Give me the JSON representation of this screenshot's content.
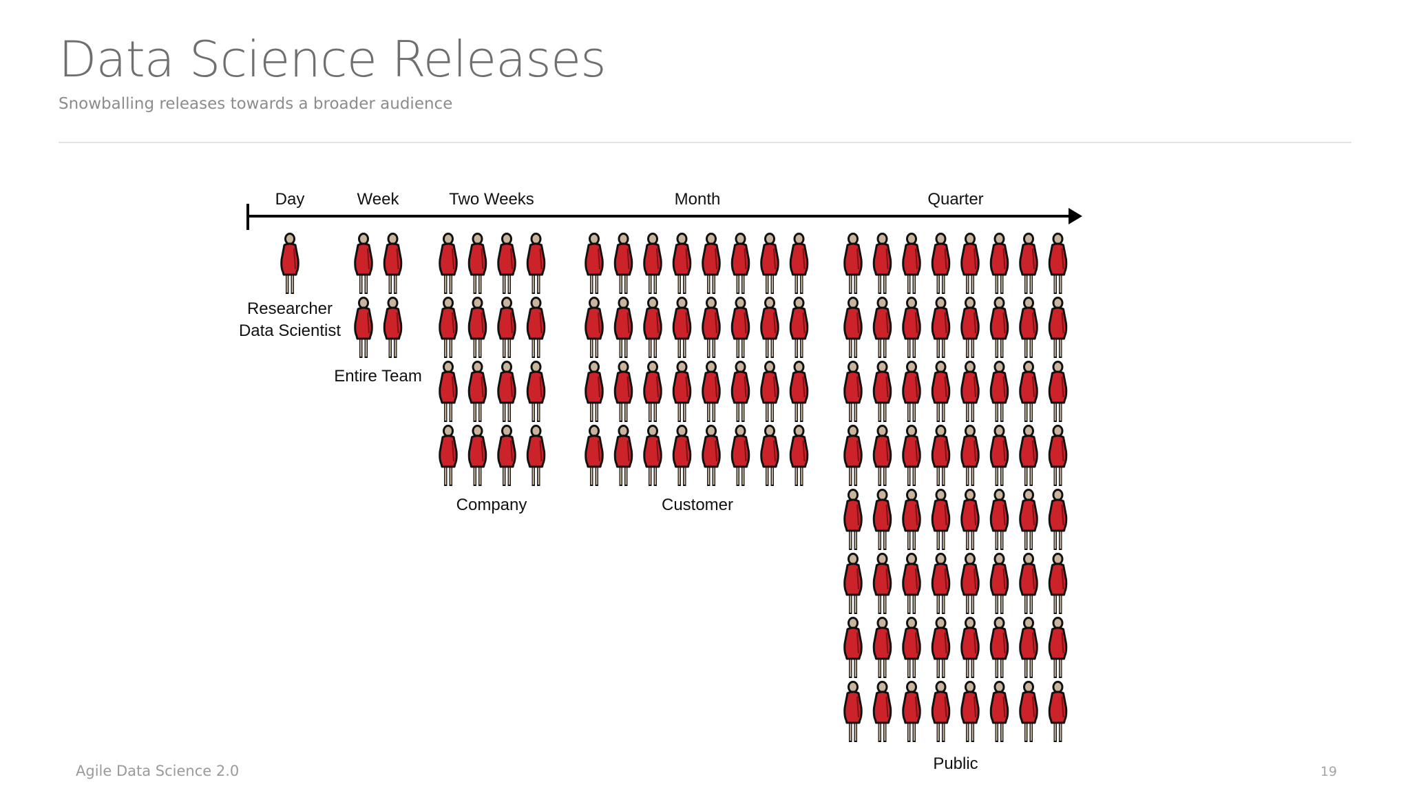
{
  "slide": {
    "title": "Data Science Releases",
    "subtitle": "Snowballing releases towards a broader audience",
    "footer_left": "Agile Data Science 2.0",
    "page_number": "19"
  },
  "diagram": {
    "timeline": [
      "Day",
      "Week",
      "Two Weeks",
      "Month",
      "Quarter"
    ],
    "groups": [
      {
        "label_lines": [
          "Researcher",
          "Data Scientist"
        ],
        "columns": 1,
        "rows": 1
      },
      {
        "label_lines": [
          "Entire Team"
        ],
        "columns": 2,
        "rows": 2
      },
      {
        "label_lines": [
          "Company"
        ],
        "columns": 4,
        "rows": 4
      },
      {
        "label_lines": [
          "Customer"
        ],
        "columns": 8,
        "rows": 4
      },
      {
        "label_lines": [
          "Public"
        ],
        "columns": 8,
        "rows": 8
      }
    ],
    "figure_color": "#cc2229",
    "head_color": "#c9b59d"
  }
}
